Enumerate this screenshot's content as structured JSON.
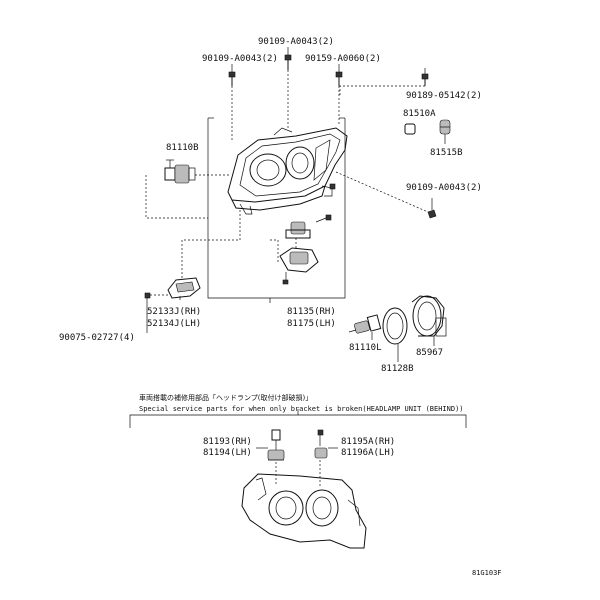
{
  "labels": {
    "top_bolt_a": "90109-A0043(2)",
    "top_bolt_b": "90109-A0043(2)",
    "top_bolt_c": "90159-A0060(2)",
    "bolt_right": "90189-05142(2)",
    "cap_81510a": "81510A",
    "cap_81515b": "81515B",
    "bulb_81110b": "81110B",
    "bolt_right_lower": "90109-A0043(2)",
    "fog_rh": "52133J(RH)",
    "fog_lh": "52134J(LH)",
    "screw_left": "90075-02727(4)",
    "lamp_rh": "81135(RH)",
    "lamp_lh": "81175(LH)",
    "bulb_81110l": "81110L",
    "ring_81128b": "81128B",
    "cover_85967": "85967",
    "kit_81193_rh": "81193(RH)",
    "kit_81194_lh": "81194(LH)",
    "kit_81195a_rh": "81195A(RH)",
    "kit_81196a_lh": "81196A(LH)",
    "footer_code": "81G103F"
  },
  "notes": {
    "japanese": "車両搭載の補修用部品「ヘッドランプ(取付け部破損)」",
    "english": "Special service parts for when only bracket is broken(HEADLAMP UNIT (BEHIND))"
  }
}
